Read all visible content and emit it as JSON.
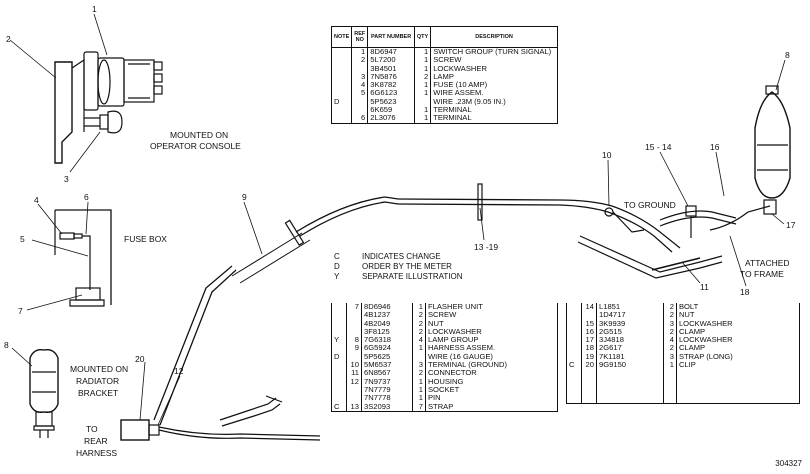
{
  "callouts": {
    "c1": "1",
    "c2": "2",
    "c3": "3",
    "c4": "4",
    "c5": "5",
    "c6": "6",
    "c7": "7",
    "c8_left": "8",
    "c8_right": "8",
    "c9": "9",
    "c10": "10",
    "c11": "11",
    "c12": "12",
    "c13_19": "13 -19",
    "c15_14": "15 - 14",
    "c16": "16",
    "c17": "17",
    "c18": "18",
    "c20": "20"
  },
  "annotations": {
    "mounted_console_1": "MOUNTED ON",
    "mounted_console_2": "OPERATOR CONSOLE",
    "fuse_box": "FUSE BOX",
    "mounted_radiator_1": "MOUNTED ON",
    "mounted_radiator_2": "RADIATOR",
    "mounted_radiator_3": "BRACKET",
    "to_rear_1": "TO",
    "to_rear_2": "REAR",
    "to_rear_3": "HARNESS",
    "to_ground": "TO GROUND",
    "attached_1": "ATTACHED",
    "attached_2": "TO FRAME"
  },
  "legend": [
    {
      "code": "C",
      "text": "INDICATES CHANGE"
    },
    {
      "code": "D",
      "text": "ORDER BY THE METER"
    },
    {
      "code": "Y",
      "text": "SEPARATE ILLUSTRATION"
    }
  ],
  "table1": {
    "headers": [
      "NOTE",
      "REF NO",
      "PART NUMBER",
      "QTY",
      "DESCRIPTION"
    ],
    "rows": [
      [
        "",
        "1",
        "8D6947",
        "1",
        "SWITCH GROUP (TURN SIGNAL)"
      ],
      [
        "",
        "2",
        "5L7200",
        "1",
        "SCREW"
      ],
      [
        "",
        "",
        "3B4501",
        "1",
        "LOCKWASHER"
      ],
      [
        "",
        "3",
        "7N5876",
        "2",
        "LAMP"
      ],
      [
        "",
        "4",
        "3K8782",
        "1",
        "FUSE (10 AMP)"
      ],
      [
        "",
        "5",
        "6G6123",
        "1",
        "WIRE ASSEM."
      ],
      [
        "D",
        "",
        "5P5623",
        "",
        "WIRE .23M (9.05 IN.)"
      ],
      [
        "",
        "",
        "6K659",
        "1",
        "TERMINAL"
      ],
      [
        "",
        "6",
        "2L3076",
        "1",
        "TERMINAL"
      ]
    ]
  },
  "table2": {
    "rows": [
      [
        "",
        "7",
        "8D6946",
        "1",
        "FLASHER UNIT"
      ],
      [
        "",
        "",
        "4B1237",
        "2",
        "SCREW"
      ],
      [
        "",
        "",
        "4B2049",
        "2",
        "NUT"
      ],
      [
        "",
        "",
        "3F8125",
        "2",
        "LOCKWASHER"
      ],
      [
        "Y",
        "8",
        "7G6318",
        "4",
        "LAMP GROUP"
      ],
      [
        "",
        "9",
        "6G5924",
        "1",
        "HARNESS ASSEM."
      ],
      [
        "D",
        "",
        "5P5625",
        "",
        "WIRE (16 GAUGE)"
      ],
      [
        "",
        "10",
        "5M6537",
        "3",
        "TERMINAL (GROUND)"
      ],
      [
        "",
        "11",
        "6N8567",
        "2",
        "CONNECTOR"
      ],
      [
        "",
        "12",
        "7N9737",
        "1",
        "HOUSING"
      ],
      [
        "",
        "",
        "7N7779",
        "1",
        "SOCKET"
      ],
      [
        "",
        "",
        "7N7778",
        "1",
        "PIN"
      ],
      [
        "C",
        "13",
        "3S2093",
        "7",
        "STRAP"
      ]
    ]
  },
  "table3": {
    "rows": [
      [
        "",
        "14",
        "L1851",
        "2",
        "BOLT"
      ],
      [
        "",
        "",
        "1D4717",
        "2",
        "NUT"
      ],
      [
        "",
        "15",
        "3K9939",
        "3",
        "LOCKWASHER"
      ],
      [
        "",
        "16",
        "2G515",
        "2",
        "CLAMP"
      ],
      [
        "",
        "17",
        "3J4818",
        "4",
        "LOCKWASHER"
      ],
      [
        "",
        "18",
        "2G617",
        "2",
        "CLAMP"
      ],
      [
        "",
        "19",
        "7K1181",
        "3",
        "STRAP (LONG)"
      ],
      [
        "C",
        "20",
        "9G9150",
        "1",
        "CLIP"
      ],
      [
        "",
        "",
        "",
        "",
        ""
      ],
      [
        "",
        "",
        "",
        "",
        ""
      ],
      [
        "",
        "",
        "",
        "",
        ""
      ],
      [
        "",
        "",
        "",
        "",
        ""
      ]
    ]
  },
  "figure_id": "304327"
}
